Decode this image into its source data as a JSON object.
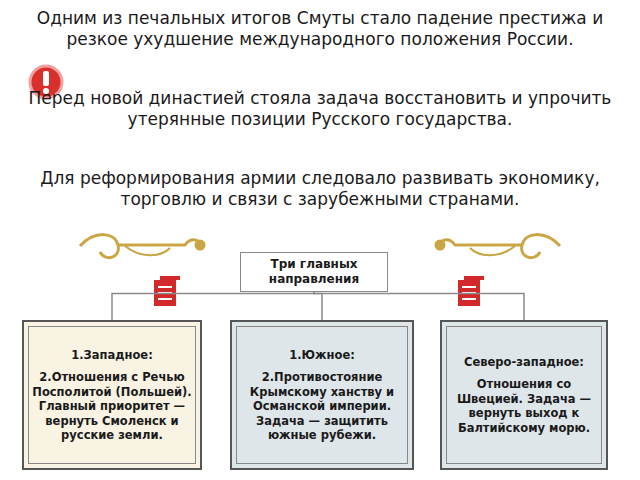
{
  "diagram": {
    "nodes": [
      {
        "text": [
          "Три главных направления"
        ]
      },
      {
        "text": [
          "1.Западное:",
          "2.Отношения с Речью Посполитой (Польшей). Главный приоритет — вернуть Смоленск и русские земли."
        ]
      },
      {
        "text": [
          "1.Южное:",
          "2.Противостояние Крымскому ханству и Османской империи. Задача — защитить южные рубежи."
        ]
      },
      {
        "text": [
          "Северо-западное:",
          "Отношения со Швецией. Задача — вернуть выход к Балтийскому морю."
        ]
      }
    ],
    "edges": [
      {
        "from": 0,
        "to": 1,
        "arrow": "none"
      },
      {
        "from": 0,
        "to": 2,
        "arrow": "none"
      },
      {
        "from": 0,
        "to": 3,
        "arrow": "none"
      }
    ],
    "labels": [
      "Одним из печальных итогов Смуты стало падение престижа и резкое ухудшение международного положения России.",
      "Перед новой династией стояла задача восстановить и упрочить утерянные позиции Русского государства.",
      "Для реформирования армии следовало развивать экономику, торговлю и связи с зарубежными странами."
    ]
  }
}
